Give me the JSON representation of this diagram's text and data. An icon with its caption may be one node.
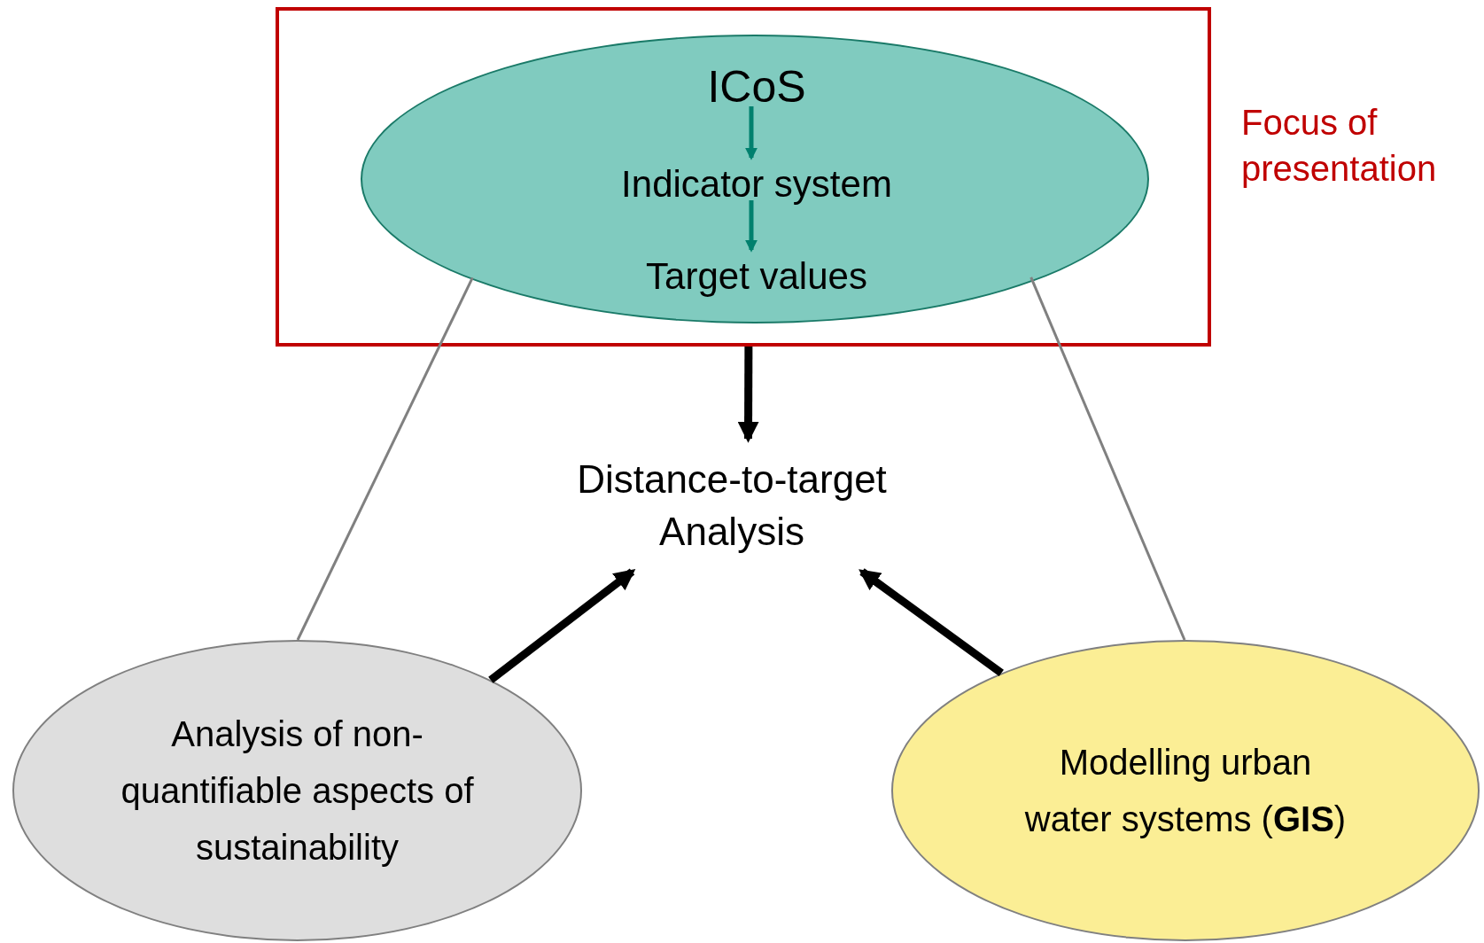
{
  "diagram": {
    "nodes": [
      {
        "text": [
          "Focus of presentation"
        ]
      },
      {
        "text": [],
        "shape": "circle",
        "in": 0
      },
      {
        "text": [
          "ICoS"
        ],
        "in": 1
      },
      {
        "text": [
          "Indicator system"
        ],
        "in": 1
      },
      {
        "text": [
          "Target values"
        ],
        "in": 1
      },
      {
        "text": [
          "Distance-to-target Analysis"
        ]
      },
      {
        "text": [
          "Analysis of non-quantifiable aspects of sustainability"
        ]
      },
      {
        "text": [
          "Modelling urban water systems (**GIS**)"
        ]
      }
    ],
    "edges": [
      {
        "from": 2,
        "to": 3,
        "arrow": "to",
        "color": "#00806e"
      },
      {
        "from": 3,
        "to": 4,
        "arrow": "to",
        "color": "#00806e"
      },
      {
        "from": 0,
        "to": 5,
        "arrow": "to",
        "style": "thick"
      },
      {
        "from": 6,
        "to": 5,
        "arrow": "to",
        "style": "thick"
      },
      {
        "from": 7,
        "to": 5,
        "arrow": "to",
        "style": "thick"
      },
      {
        "from": 1,
        "to": 6,
        "arrow": "none",
        "color": "#808080"
      },
      {
        "from": 1,
        "to": 7,
        "arrow": "none",
        "color": "#808080"
      }
    ]
  }
}
